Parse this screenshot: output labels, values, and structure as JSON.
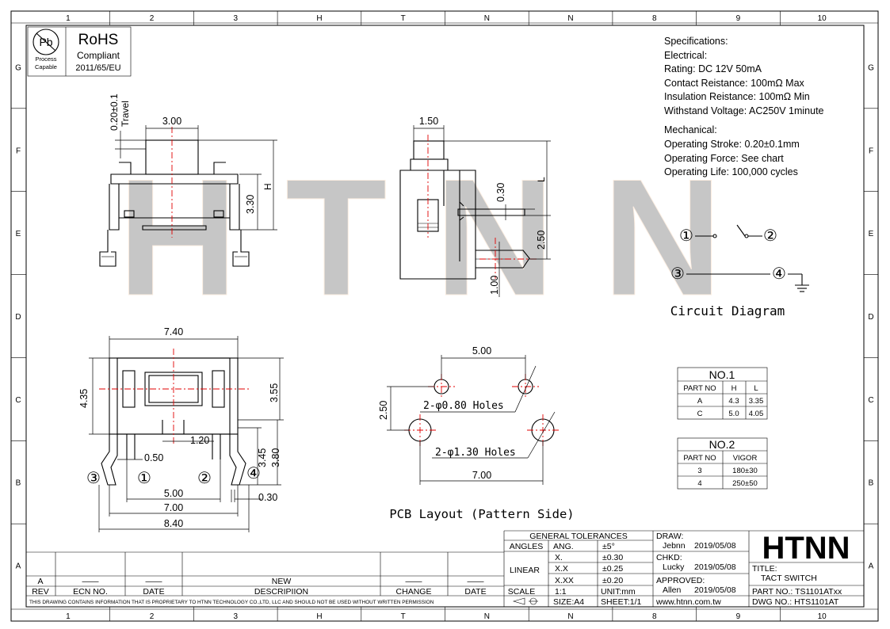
{
  "grid": {
    "columns": [
      "1",
      "2",
      "3",
      "H",
      "T",
      "N",
      "N",
      "8",
      "9",
      "10"
    ],
    "rows": [
      "G",
      "F",
      "E",
      "D",
      "C",
      "B",
      "A"
    ]
  },
  "badge": {
    "pb_symbol": "Pb",
    "pb_caption1": "Process",
    "pb_caption2": "Capable",
    "rohs_title": "RoHS",
    "rohs_line1": "Compliant",
    "rohs_line2": "2011/65/EU"
  },
  "watermark": "HTNN",
  "specifications": {
    "heading": "Specifications:",
    "electrical_heading": "Electrical:",
    "electrical": [
      "Rating: DC 12V 50mA",
      "Contact Reistance: 100mΩ Max",
      "Insulation Reistance: 100mΩ Min",
      "Withstand Voltage: AC250V 1minute"
    ],
    "mechanical_heading": "Mechanical:",
    "mechanical": [
      "Operating Stroke: 0.20±0.1mm",
      "Operating Force: See chart",
      "Operating Life: 100,000 cycles"
    ]
  },
  "front_view": {
    "travel": "0.20±0.1",
    "travel_label": "Travel",
    "width": "3.00",
    "height": "3.30",
    "h_label": "H"
  },
  "side_view": {
    "width": "1.50",
    "dim_030": "0.30",
    "l_label": "L",
    "dim_250": "2.50",
    "dim_100": "1.00"
  },
  "bottom_view": {
    "width_top": "7.40",
    "height_left": "4.35",
    "height_right": "3.55",
    "dim_120": "1.20",
    "dim_345": "3.45",
    "dim_380": "3.80",
    "dim_050": "0.50",
    "dim_500": "5.00",
    "dim_700": "7.00",
    "dim_840": "8.40",
    "dim_030": "0.30",
    "pins": [
      "①",
      "②",
      "③",
      "④"
    ]
  },
  "pcb_layout": {
    "dim_top": "5.00",
    "dim_left": "2.50",
    "dim_bottom": "7.00",
    "holes_small": "2-φ0.80 Holes",
    "holes_large": "2-φ1.30 Holes",
    "caption": "PCB Layout (Pattern Side)"
  },
  "circuit": {
    "pin1": "①",
    "pin2": "②",
    "pin3": "③",
    "pin4": "④",
    "caption": "Circuit Diagram"
  },
  "table_no1": {
    "title": "NO.1",
    "headers": [
      "PART NO",
      "H",
      "L"
    ],
    "rows": [
      [
        "A",
        "4.3",
        "3.35"
      ],
      [
        "C",
        "5.0",
        "4.05"
      ]
    ]
  },
  "table_no2": {
    "title": "NO.2",
    "headers": [
      "PART NO",
      "VIGOR"
    ],
    "rows": [
      [
        "3",
        "180±30"
      ],
      [
        "4",
        "250±50"
      ]
    ]
  },
  "revision_block": {
    "rev_value": "A",
    "ecn_value": "——",
    "date_value": "——",
    "description_value": "NEW",
    "change_value": "——",
    "date2_value": "——",
    "headers": [
      "REV",
      "ECN NO.",
      "DATE",
      "DESCRIPIION",
      "CHANGE",
      "DATE"
    ],
    "notice": "THIS DRAWING CONTAINS INFORMATION THAT IS PROPRIETARY TO HTNN TECHNOLOGY CO.,LTD, LLC AND SHOULD NOT BE USED WITHOUT WRITTEN PERMISSION"
  },
  "tolerances": {
    "title": "GENERAL TOLERANCES",
    "angles_label": "ANGLES",
    "ang_label": "ANG.",
    "ang_value": "±5°",
    "linear_label": "LINEAR",
    "linear_rows": [
      [
        "X.",
        "±0.30"
      ],
      [
        "X.X",
        "±0.25"
      ],
      [
        "X.XX",
        "±0.20"
      ]
    ],
    "scale_label": "SCALE",
    "scale_value": "1:1",
    "unit": "UNIT:mm",
    "size": "SIZE:A4",
    "sheet": "SHEET:1/1"
  },
  "approvals": {
    "draw_label": "DRAW:",
    "draw_name": "Jebnn",
    "draw_date": "2019/05/08",
    "chkd_label": "CHKD:",
    "chkd_name": "Lucky",
    "chkd_date": "2019/05/08",
    "approved_label": "APPROVED:",
    "approved_name": "Allen",
    "approved_date": "2019/05/08",
    "website": "www.htnn.com.tw"
  },
  "title_block": {
    "logo": "HTNN",
    "title_label": "TITLE:",
    "title_value": "TACT SWITCH",
    "part_no": "PART NO.: TS1101ATxx",
    "dwg_no": "DWG NO.: HTS1101AT"
  }
}
